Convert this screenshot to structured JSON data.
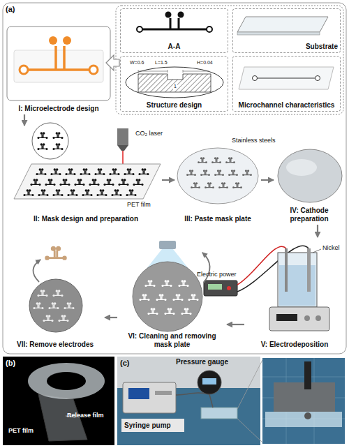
{
  "diagram": {
    "nodes": [
      {
        "text": [
          "I: Microelectrode design"
        ]
      },
      {
        "text": [
          "A-A"
        ]
      },
      {
        "text": [
          "Substrate"
        ]
      },
      {
        "text": [
          "Structure design"
        ]
      },
      {
        "text": [
          "Microchannel characteristics"
        ]
      },
      {
        "text": [
          "II: Mask design and preparation"
        ]
      },
      {
        "text": [
          "III: Paste mask plate"
        ]
      },
      {
        "text": [
          "IV: Cathode preparation"
        ]
      },
      {
        "text": [
          "V: Electrodeposition"
        ]
      },
      {
        "text": [
          "VI: Cleaning and removing mask plate"
        ]
      },
      {
        "text": [
          "VII: Remove electrodes"
        ]
      }
    ],
    "edges": [
      {
        "from": 0,
        "to": 5,
        "arrow": "to"
      },
      {
        "from": 5,
        "to": 6,
        "arrow": "to"
      },
      {
        "from": 6,
        "to": 7,
        "arrow": "to"
      },
      {
        "from": 7,
        "to": 8,
        "arrow": "to"
      },
      {
        "from": 8,
        "to": 9,
        "arrow": "to"
      },
      {
        "from": 9,
        "to": 10,
        "arrow": "to"
      }
    ],
    "labels": [
      "(a)",
      "W=0.6",
      "L=1.5",
      "H=0.04",
      "1",
      "CO₂ laser",
      "PET film",
      "Stainless steels",
      "Electric power",
      "Nickel",
      "(b)",
      "PET film",
      "Release film",
      "(c)",
      "Pressure gauge",
      "Syringe pump"
    ]
  }
}
